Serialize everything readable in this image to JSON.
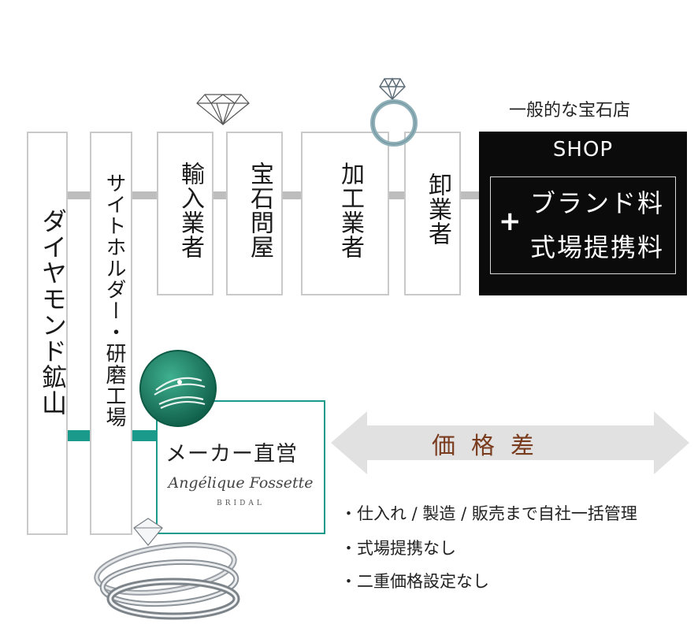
{
  "caption": "一般的な宝石店",
  "chain": {
    "mine": "ダイヤモンド鉱山",
    "polisher": "サイトホルダー・研磨工場",
    "importer": "輸入業者",
    "gem_wholesaler": "宝石問屋",
    "processor": "加工業者",
    "wholesaler": "卸業者"
  },
  "shop": {
    "title": "SHOP",
    "plus": "+",
    "line1": "ブランド料",
    "line2": "式場提携料"
  },
  "maker": {
    "label": "メーカー直営",
    "brand": "Angélique Fossette",
    "brand_sub": "BRIDAL"
  },
  "price_diff": "価格差",
  "bullets": [
    "・仕入れ / 製造 / 販売まで自社一括管理",
    "・式場提携なし",
    "・二重価格設定なし"
  ],
  "colors": {
    "teal": "#1a9a8a",
    "gray_connector": "#bdbdbd",
    "shop_bg": "#0b0b0b",
    "price_text": "#7a3c1e"
  },
  "icons": [
    "diamond-icon",
    "ring-icon",
    "rings-photo"
  ]
}
